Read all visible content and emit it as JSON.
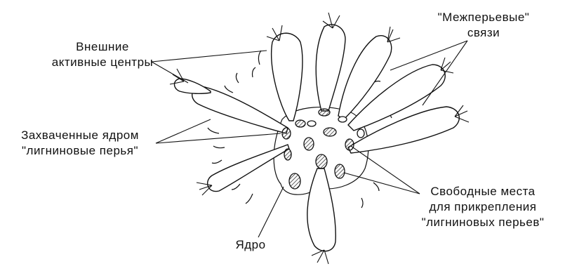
{
  "labels": {
    "outer_centers": {
      "line1": "Внешние",
      "line2": "активные центры"
    },
    "interfeather_links": {
      "line1": "\"Межперьевые\"",
      "line2": "связи"
    },
    "captured_feathers": {
      "line1": "Захваченные ядром",
      "line2": "\"лигниновые перья\""
    },
    "free_sites": {
      "line1": "Свободные места",
      "line2": "для прикрепления",
      "line3": "\"лигниновых перьев\""
    },
    "core": {
      "line1": "Ядро"
    }
  },
  "colors": {
    "stroke": "#111111",
    "hatch": "#333333",
    "background": "#ffffff"
  }
}
